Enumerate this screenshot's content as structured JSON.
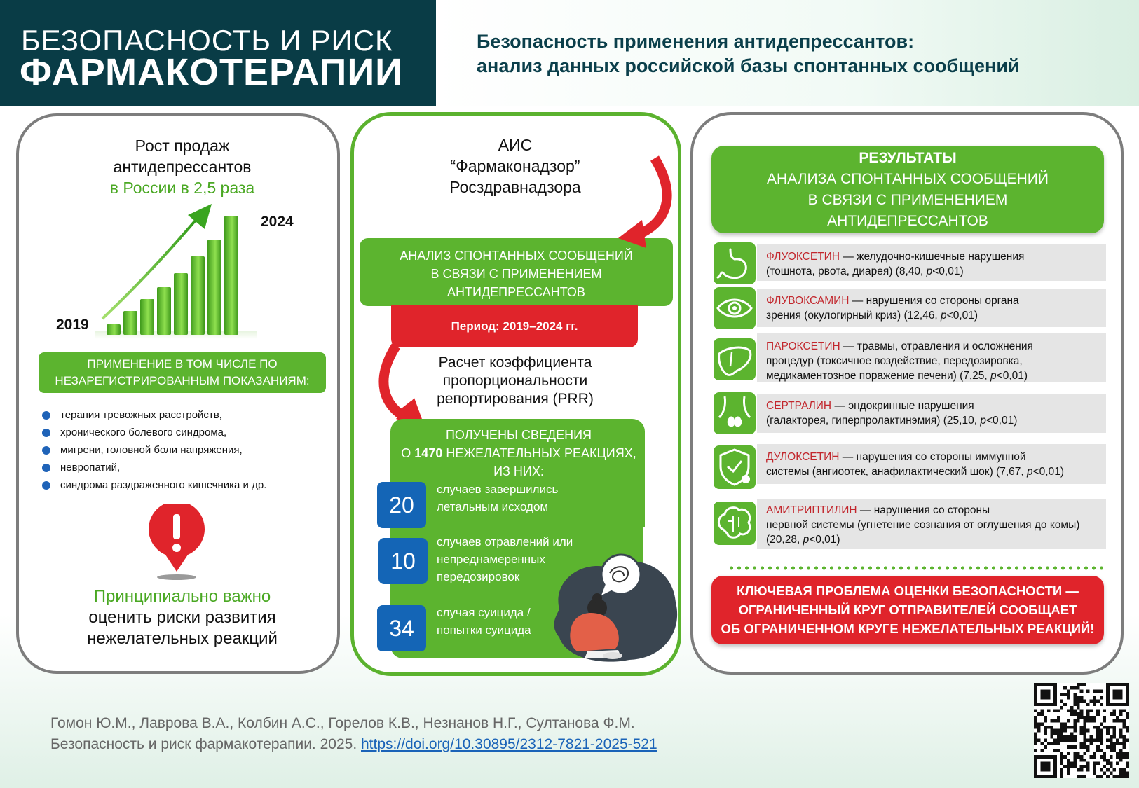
{
  "header": {
    "brand_line1": "БЕЗОПАСНОСТЬ И РИСК",
    "brand_line2": "ФАРМАКОТЕРАПИИ",
    "headline_line1": "Безопасность применения антидепрессантов:",
    "headline_line2": "анализ данных российской базы спонтанных сообщений"
  },
  "left": {
    "title_line1": "Рост продаж",
    "title_line2": "антидепрессантов",
    "title_line3": "в России в 2,5 раза",
    "year_start": "2019",
    "year_end": "2024",
    "growth_relative": [
      0.09,
      0.2,
      0.3,
      0.4,
      0.52,
      0.66,
      0.8,
      1.0
    ],
    "usage_title": "ПРИМЕНЕНИЕ В ТОМ ЧИСЛЕ ПО НЕЗАРЕГИСТРИРОВАННЫМ ПОКАЗАНИЯМ:",
    "bullets": [
      "терапия тревожных расстройств,",
      "хронического болевого синдрома,",
      "мигрени, головной боли напряжения,",
      "невропатий,",
      "синдрома раздраженного кишечника и др."
    ],
    "important_line1": "Принципиально важно",
    "important_line2": "оценить риски развития",
    "important_line3": "нежелательных реакций"
  },
  "middle": {
    "title_line1": "АИС",
    "title_line2": "“Фармаконадзор”",
    "title_line3": "Росздравнадзора",
    "analysis_line1": "АНАЛИЗ СПОНТАННЫХ СООБЩЕНИЙ",
    "analysis_line2": "В СВЯЗИ С ПРИМЕНЕНИЕМ",
    "analysis_line3": "АНТИДЕПРЕССАНТОВ",
    "period": "Период: 2019–2024 гг.",
    "prr_line1": "Расчет коэффициента",
    "prr_line2": "пропорциональности",
    "prr_line3": "репортирования (PRR)",
    "received_line1": "ПОЛУЧЕНЫ СВЕДЕНИЯ",
    "received_prefix": "О ",
    "received_count": "1470",
    "received_suffix": " НЕЖЕЛАТЕЛЬНЫХ РЕАКЦИЯХ,",
    "received_line3": "ИЗ НИХ:",
    "stats": [
      {
        "number": "20",
        "line1": "случаев завершились",
        "line2": "летальным исходом",
        "line3": ""
      },
      {
        "number": "10",
        "line1": "случаев отравлений или",
        "line2": "непреднамеренных",
        "line3": "передозировок"
      },
      {
        "number": "34",
        "line1": "случая суицида /",
        "line2": "попытки суицида",
        "line3": ""
      }
    ]
  },
  "right": {
    "results_line1": "РЕЗУЛЬТАТЫ",
    "results_line2": "АНАЛИЗА СПОНТАННЫХ СООБЩЕНИЙ",
    "results_line3": "В СВЯЗИ С ПРИМЕНЕНИЕМ",
    "results_line4": "АНТИДЕПРЕССАНТОВ",
    "drugs": [
      {
        "name": "ФЛУОКСЕТИН",
        "icon": "stomach-icon",
        "desc1": " — желудочно-кишечные нарушения",
        "desc2": "(тошнота, рвота, диарея) (8,40, ",
        "p": "p",
        "desc2_end": "<0,01)",
        "desc3": ""
      },
      {
        "name": "ФЛУВОКСАМИН",
        "icon": "eye-icon",
        "desc1": " — нарушения со стороны органа",
        "desc2": "зрения (окулогирный криз) (12,46, ",
        "p": "p",
        "desc2_end": "<0,01)",
        "desc3": ""
      },
      {
        "name": "ПАРОКСЕТИН",
        "icon": "liver-icon",
        "desc1": " — травмы, отравления и осложнения",
        "desc2": "процедур (токсичное воздействие, передозировка,",
        "desc3": "медикаментозное поражение печени) (7,25, ",
        "p": "p",
        "desc3_end": "<0,01)"
      },
      {
        "name": "СЕРТРАЛИН",
        "icon": "thyroid-icon",
        "desc1": " — эндокринные нарушения",
        "desc2": "(галакторея, гиперпролактинэмия) (25,10, ",
        "p": "p",
        "desc2_end": "<0,01)",
        "desc3": ""
      },
      {
        "name": "ДУЛОКСЕТИН",
        "icon": "shield-virus-icon",
        "desc1": " — нарушения со стороны иммунной",
        "desc2": "системы (ангиоотек, анафилактический шок) (7,67, ",
        "p": "p",
        "desc2_end": "<0,01)",
        "desc3": ""
      },
      {
        "name": "АМИТРИПТИЛИН",
        "icon": "brain-icon",
        "desc1": " —  нарушения со стороны",
        "desc2": "нервной системы (угнетение сознания от оглушения до комы)",
        "desc3": "(20,28, ",
        "p": "p",
        "desc3_end": "<0,01)"
      }
    ],
    "key_line1": "КЛЮЧЕВАЯ ПРОБЛЕМА ОЦЕНКИ БЕЗОПАСНОСТИ —",
    "key_line2": "ОГРАНИЧЕННЫЙ КРУГ ОТПРАВИТЕЛЕЙ СООБЩАЕТ",
    "key_line3": "ОБ ОГРАНИЧЕННОМ КРУГЕ НЕЖЕЛАТЕЛЬНЫХ РЕАКЦИЙ!"
  },
  "citation": {
    "line1": "Гомон Ю.М., Лаврова В.А., Колбин А.С., Горелов К.В., Незнанов Н.Г., Султанова Ф.М.",
    "line2": "Безопасность и риск фармакотерапии. 2025. ",
    "doi": "https://doi.org/10.30895/2312-7821-2025-521"
  },
  "colors": {
    "brand_bg": "#093c46",
    "accent_green": "#5cb42f",
    "accent_red": "#e0242b",
    "accent_blue": "#1465b6",
    "drug_name": "#c2272d"
  }
}
